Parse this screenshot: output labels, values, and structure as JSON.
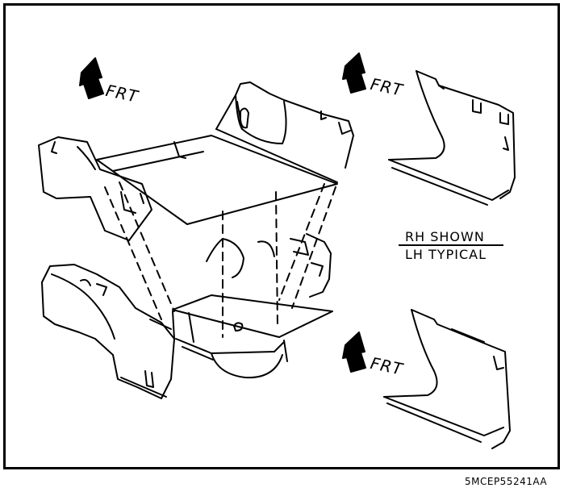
{
  "labels": {
    "frt_1": "FRT",
    "frt_2": "FRT",
    "frt_3": "FRT",
    "rh_shown": "RH SHOWN",
    "lh_typical": "LH TYPICAL",
    "figure_code": "5MCEP55241AA"
  },
  "icons": [
    "front-direction-arrow-icon"
  ],
  "colors": {
    "line": "#000000",
    "background": "#ffffff"
  }
}
